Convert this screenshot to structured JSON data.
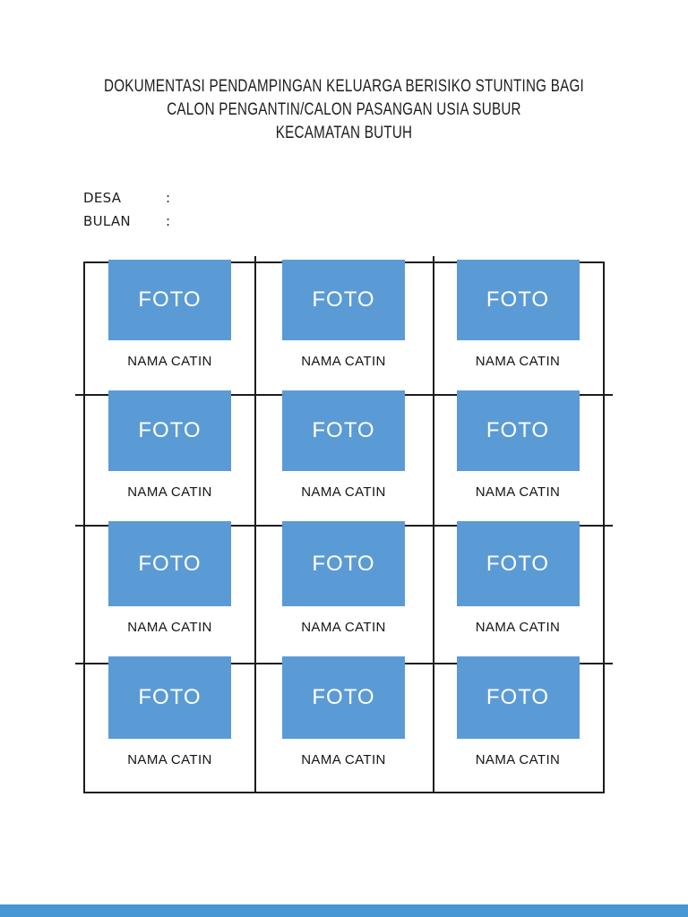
{
  "title_lines": [
    "DOKUMENTASI PENDAMPINGAN KELUARGA BERISIKO STUNTING BAGI",
    "CALON PENGANTIN/CALON PASANGAN USIA SUBUR",
    "KECAMATAN BUTUH"
  ],
  "fields": [
    {
      "label": "DESA",
      "colon": ":",
      "value": ""
    },
    {
      "label": "BULAN",
      "colon": ":",
      "value": ""
    }
  ],
  "grid": {
    "rows": 4,
    "cols": 3,
    "cells": [
      {
        "photo": "FOTO",
        "caption": "NAMA CATIN"
      },
      {
        "photo": "FOTO",
        "caption": "NAMA CATIN"
      },
      {
        "photo": "FOTO",
        "caption": "NAMA CATIN"
      },
      {
        "photo": "FOTO",
        "caption": "NAMA CATIN"
      },
      {
        "photo": "FOTO",
        "caption": "NAMA CATIN"
      },
      {
        "photo": "FOTO",
        "caption": "NAMA CATIN"
      },
      {
        "photo": "FOTO",
        "caption": "NAMA CATIN"
      },
      {
        "photo": "FOTO",
        "caption": "NAMA CATIN"
      },
      {
        "photo": "FOTO",
        "caption": "NAMA CATIN"
      },
      {
        "photo": "FOTO",
        "caption": "NAMA CATIN"
      },
      {
        "photo": "FOTO",
        "caption": "NAMA CATIN"
      },
      {
        "photo": "FOTO",
        "caption": "NAMA CATIN"
      }
    ]
  },
  "colors": {
    "photo_box": "#5b9bd5",
    "photo_text": "#ffffff",
    "table_border": "#1c1c1c",
    "text": "#1a1a1a",
    "footer_bar": "#4697d4",
    "page_background": "#ffffff"
  }
}
